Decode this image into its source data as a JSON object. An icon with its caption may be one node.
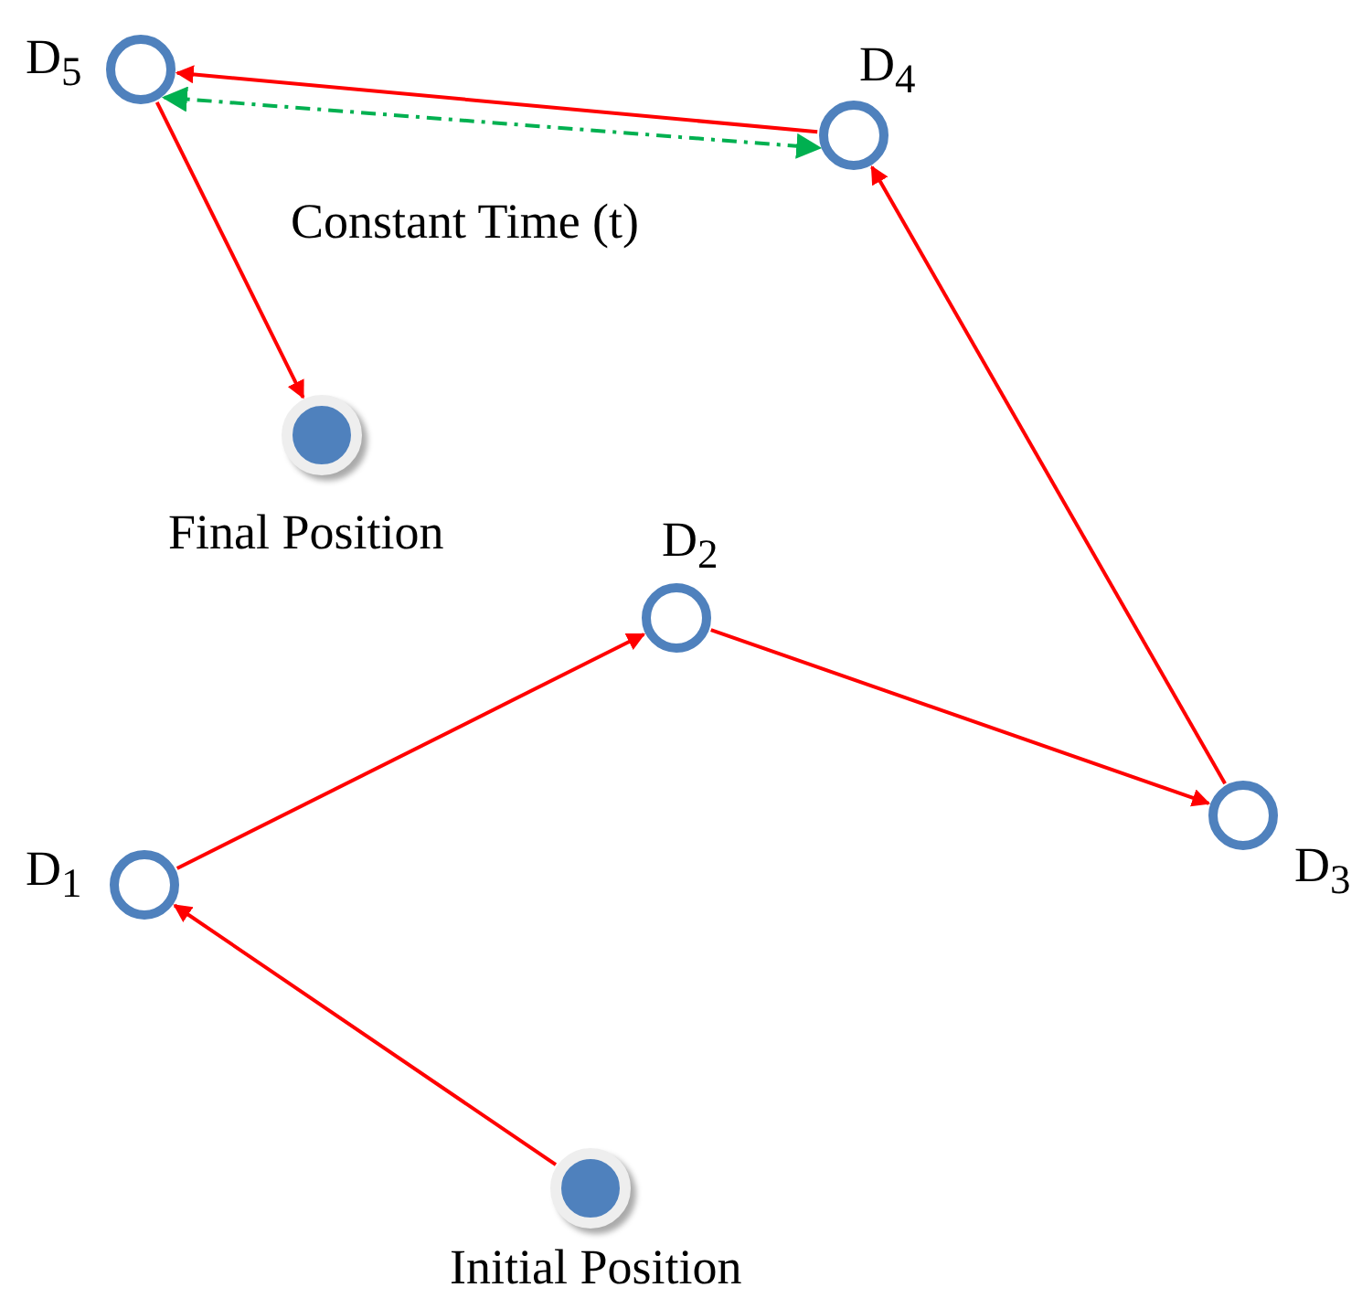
{
  "diagram": {
    "nodes": [
      {
        "text": [
          "D$_{5}$"
        ]
      },
      {
        "text": [
          "D$_{4}$"
        ]
      },
      {
        "text": [
          "Final Position"
        ]
      },
      {
        "text": [
          "D$_{2}$"
        ]
      },
      {
        "text": [
          "D$_{1}$"
        ]
      },
      {
        "text": [
          "D$_{3}$"
        ]
      },
      {
        "text": [
          "Initial Position"
        ]
      }
    ],
    "edges": [
      {
        "from": 6,
        "to": 4,
        "arrow": "to"
      },
      {
        "from": 4,
        "to": 3,
        "arrow": "to"
      },
      {
        "from": 3,
        "to": 5,
        "arrow": "to"
      },
      {
        "from": 5,
        "to": 1,
        "arrow": "to"
      },
      {
        "from": 1,
        "to": 0,
        "arrow": "to"
      },
      {
        "from": 0,
        "to": 2,
        "arrow": "to"
      },
      {
        "from": 0,
        "to": 1,
        "arrow": "both",
        "style": "dashed",
        "color": "#00b050",
        "label": "Constant Time (t)"
      }
    ]
  }
}
